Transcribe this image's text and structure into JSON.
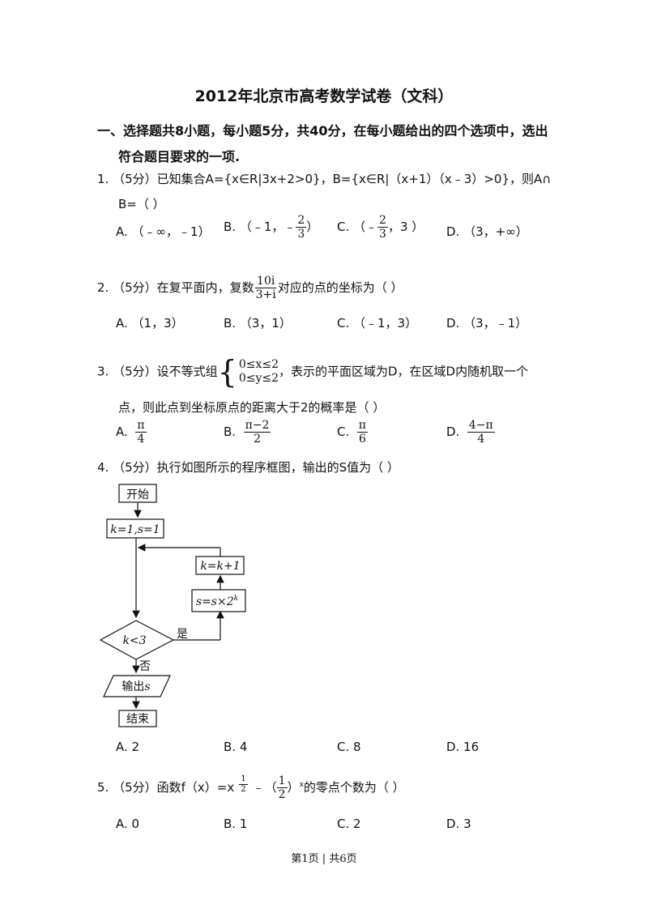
{
  "title": "2012年北京市高考数学试卷（文科）",
  "section": {
    "line1": "一、选择题共8小题，每小题5分，共40分，在每小题给出的四个选项中，选出",
    "line2": "符合题目要求的一项."
  },
  "q1": {
    "line1": "1.   （5分）已知集合A={x∈R|3x+2>0}，B={x∈R|（x+1）（x﹣3）>0}，则A∩",
    "line2": "B=（        ）",
    "opt_a": "A.  （﹣∞，﹣1）",
    "opt_b_pre": "B.  （﹣1，﹣",
    "opt_b_num": "2",
    "opt_b_den": "3",
    "opt_b_post": "）",
    "opt_c_pre": "C.  （﹣",
    "opt_c_num": "2",
    "opt_c_den": "3",
    "opt_c_post": "，3 ）",
    "opt_d": "D.  （3，+∞）"
  },
  "q2": {
    "pre": "2.   （5分）在复平面内，复数",
    "frac_num": "10i",
    "frac_den": "3+i",
    "post": "对应的点的坐标为（        ）",
    "opt_a": "A.  （1，3）",
    "opt_b": "B.  （3，1）",
    "opt_c": "C.  （﹣1，3）",
    "opt_d": "D.  （3，﹣1）"
  },
  "q3": {
    "pre": "3.   （5分）设不等式组",
    "ineq1": "0≤x≤2",
    "ineq2": "0≤y≤2",
    "post": "，表示的平面区域为D，在区域D内随机取一个",
    "line2": "点，则此点到坐标原点的距离大于2的概率是（        ）",
    "opt_a_label": "A.",
    "opt_a_num": "π",
    "opt_a_den": "4",
    "opt_b_label": "B.",
    "opt_b_num": "π−2",
    "opt_b_den": "2",
    "opt_c_label": "C.",
    "opt_c_num": "π",
    "opt_c_den": "6",
    "opt_d_label": "D.",
    "opt_d_num": "4−π",
    "opt_d_den": "4"
  },
  "q4": {
    "line1": "4.   （5分）执行如图所示的程序框图，输出的S值为（        ）",
    "flow": {
      "start": "开始",
      "init": "k=1,s=1",
      "inc": "k=k+1",
      "update_pre": "s=s×2",
      "update_sup": "k",
      "cond": "k<3",
      "yes": "是",
      "no": "否",
      "output_pre": "输出",
      "output_var": "s",
      "end": "结束"
    },
    "opt_a": "A.  2",
    "opt_b": "B.  4",
    "opt_c": "C.  8",
    "opt_d": "D.  16"
  },
  "q5": {
    "pre": "5.   （5分）函数f（x）=x",
    "exp_num": "1",
    "exp_den": "2",
    "mid": "﹣（",
    "half_num": "1",
    "half_den": "2",
    "post": "）",
    "post_sup": "x",
    "tail": "的零点个数为（        ）",
    "opt_a": "A.  0",
    "opt_b": "B.  1",
    "opt_c": "C.  2",
    "opt_d": "D.  3"
  },
  "footer": "第1页 | 共6页"
}
